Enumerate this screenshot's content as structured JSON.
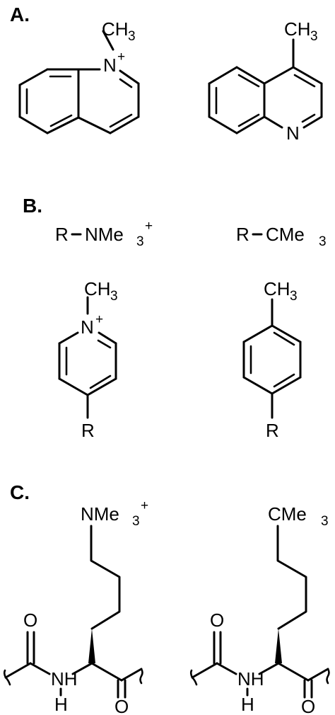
{
  "panels": {
    "a": "A.",
    "b": "B.",
    "c": "C."
  },
  "atoms": {
    "ch3": "CH",
    "three": "3",
    "n": "N",
    "plus": "+",
    "r": "R",
    "nh": "NH",
    "h": "H",
    "o": "O",
    "nme": "NMe",
    "cme": "CMe"
  }
}
